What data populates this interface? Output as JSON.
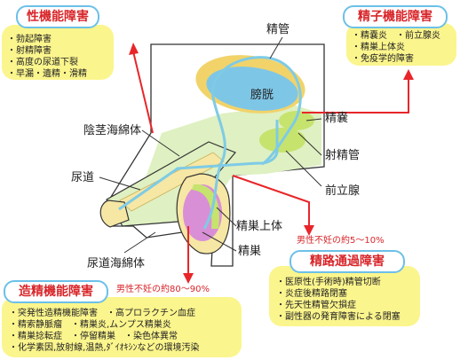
{
  "boxes": {
    "sexual_dysfunction": {
      "title": "性機能障害",
      "items": [
        "勃起障害",
        "射精障害",
        "高度の尿道下裂",
        "早漏・遺精・滑精"
      ]
    },
    "sperm_dysfunction": {
      "title": "精子機能障害",
      "items": [
        "精嚢炎　・前立腺炎",
        "精巣上体炎",
        "免疫学的障害"
      ]
    },
    "tract_obstruction": {
      "title": "精路通過障害",
      "items": [
        "医原性(手術時)精管切断",
        "炎症後精路閉塞",
        "先天性精管欠損症",
        "副性器の発育障害による閉塞"
      ]
    },
    "spermatogenesis": {
      "title": "造精機能障害",
      "items": [
        "突発性造精機能障害　・高プロラクチン血症",
        "精索静脈瘤　・精巣炎,ムンプス精巣炎",
        "精巣捻転症　・停留精巣　・染色体異常",
        "化学素因,放射線,温熱,ﾀﾞｲｵｷｼﾝなどの環境汚染"
      ]
    }
  },
  "labels": {
    "vas_deferens": "精管",
    "bladder": "膀胱",
    "seminal_vesicle": "精嚢",
    "corpus_cavernosum": "陰茎海綿体",
    "ejaculatory_duct": "射精管",
    "urethra": "尿道",
    "prostate": "前立腺",
    "epididymis": "精巣上体",
    "testis": "精巣",
    "corpus_spongiosum": "尿道海綿体"
  },
  "notes": {
    "tract_rate": "男性不妊の約5～10%",
    "spermatogenesis_rate": "男性不妊の約80～90%"
  },
  "colors": {
    "box_fill": "#fbf58d",
    "title_border": "#6cc0e8",
    "title_text": "#d8262a",
    "arrow": "#e8262a",
    "tract_line": "#7ecbe6",
    "bladder": "#7ec6e6",
    "body_green": "#dff0c2",
    "organ_green": "#c6e36e",
    "testis": "#d98fd6",
    "wall_yellow": "#f1d36a"
  }
}
